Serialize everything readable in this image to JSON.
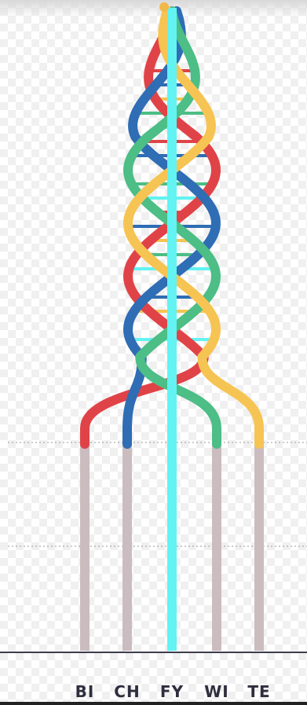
{
  "taxa": [
    {
      "label": "BI",
      "color": "#e04347"
    },
    {
      "label": "CH",
      "color": "#2f6db4"
    },
    {
      "label": "FY",
      "color": "#62f3f2"
    },
    {
      "label": "WI",
      "color": "#4cbe86"
    },
    {
      "label": "TE",
      "color": "#f6c453"
    }
  ],
  "stem_color": "#cbbcc0",
  "rung_colors": [
    "#e04347",
    "#2f6db4",
    "#f6c453",
    "#4cbe86",
    "#62f3f2"
  ]
}
